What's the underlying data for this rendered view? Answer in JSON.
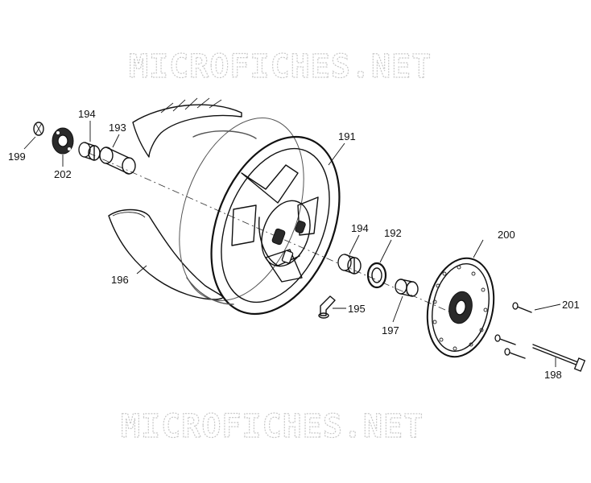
{
  "watermark": {
    "top_text": "MICROFICHES.NET",
    "bottom_text": "MICROFICHES.NET"
  },
  "callouts": {
    "p191": "191",
    "p192": "192",
    "p193": "193",
    "p194_left": "194",
    "p194_right": "194",
    "p195": "195",
    "p196": "196",
    "p197": "197",
    "p198": "198",
    "p199": "199",
    "p200": "200",
    "p201": "201",
    "p202": "202"
  }
}
